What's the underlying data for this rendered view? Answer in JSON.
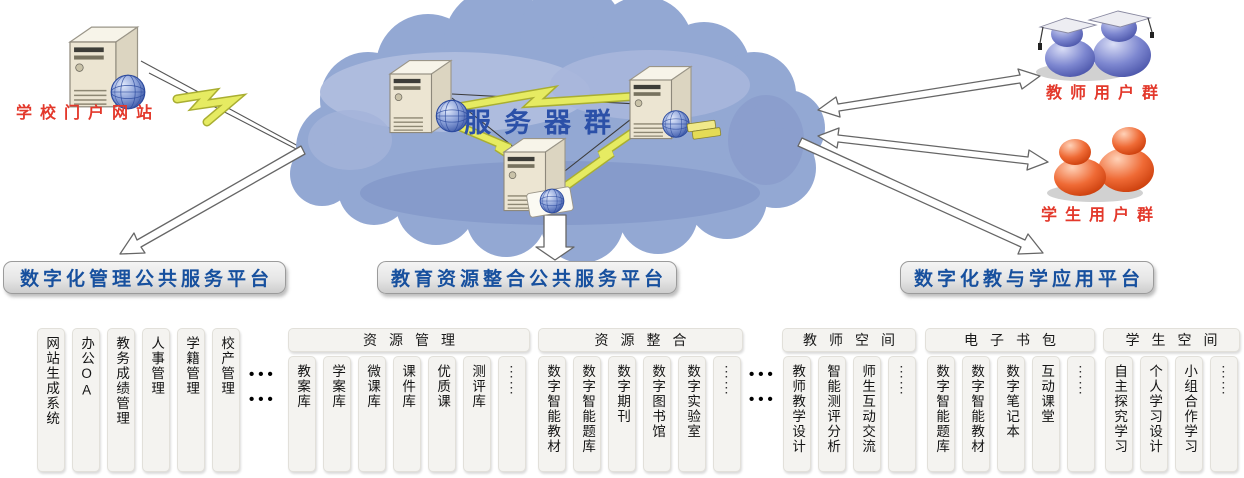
{
  "diagram": {
    "portal_label": "学校门户网站",
    "server_cluster_label": "服务器群",
    "teacher_group_label": "教师用户群",
    "student_group_label": "学生用户群"
  },
  "platforms": [
    "数字化管理公共服务平台",
    "教育资源整合公共服务平台",
    "数字化教与学应用平台"
  ],
  "module_groups": [
    {
      "header": "",
      "items": [
        "网站生成系统",
        "办公OA",
        "教务成绩管理",
        "人事管理",
        "学籍管理",
        "校产管理"
      ]
    },
    {
      "header": "资源管理",
      "items": [
        "教案库",
        "学案库",
        "微课库",
        "课件库",
        "优质课",
        "测评库"
      ]
    },
    {
      "header": "资源整合",
      "items": [
        "数字智能教材",
        "数字智能题库",
        "数字期刊",
        "数字图书馆",
        "数字实验室"
      ]
    },
    {
      "header": "教师空间",
      "items": [
        "教师教学设计",
        "智能测评分析",
        "师生互动交流"
      ]
    },
    {
      "header": "电子书包",
      "items": [
        "数字智能题库",
        "数字智能教材",
        "数字笔记本",
        "互动课堂"
      ]
    },
    {
      "header": "学生空间",
      "items": [
        "自主探究学习",
        "个人学习设计",
        "小组合作学习"
      ]
    }
  ],
  "symbols": {
    "v_ellipsis": "⋮⋮",
    "h_dots": "•••"
  },
  "colors": {
    "cloud_blue": "#93a8d3",
    "banner_text_blue": "#17509e",
    "cluster_text_blue": "#2b50a8",
    "label_red": "#e3382b",
    "teacher_figure_blue": "#7a84cc",
    "student_figure_orange": "#e85a2a",
    "lightning_yellow": "#e6eb62",
    "box_grey": "#f4f3f0"
  }
}
